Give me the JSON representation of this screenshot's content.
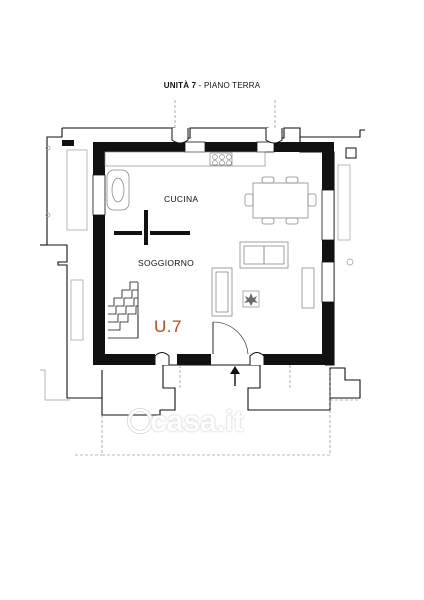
{
  "title": {
    "unit": "UNITÀ 7",
    "separator": " - ",
    "floor": "PIANO TERRA"
  },
  "rooms": {
    "kitchen": "CUCINA",
    "living": "SOGGIORNO"
  },
  "unit_code": "U.7",
  "watermark": "casa.it",
  "colors": {
    "unit_code": "#c0461b",
    "wall": "#111111",
    "furniture": "#8a8a8a"
  },
  "icons": [
    "entrance-arrow-icon",
    "plant-icon",
    "watermark-logo-icon"
  ]
}
